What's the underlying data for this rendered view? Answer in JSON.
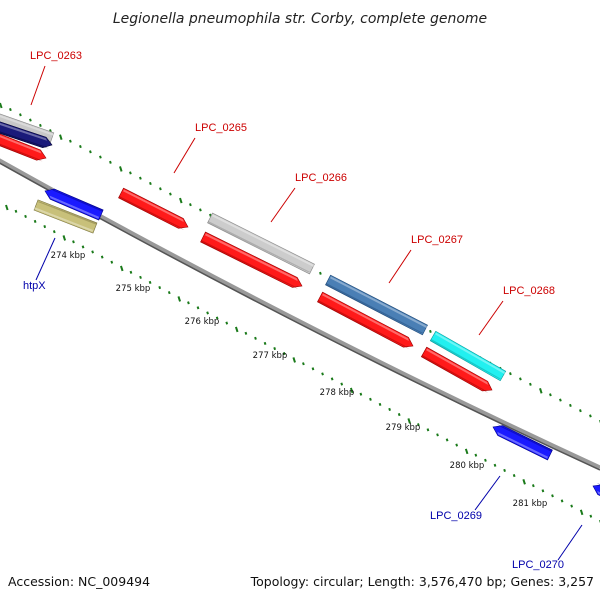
{
  "title": "Legionella pneumophila str. Corby, complete genome",
  "footer": {
    "accession": "Accession: NC_009494",
    "summary": "Topology: circular; Length: 3,576,470 bp; Genes: 3,257"
  },
  "colors": {
    "forward_label": "#cc0000",
    "reverse_label": "#0000aa",
    "backbone": "#888888",
    "tick": "#1a7a1a"
  },
  "scale": {
    "unit": "kbp",
    "ticks": [
      "274 kbp",
      "275 kbp",
      "276 kbp",
      "277 kbp",
      "278 kbp",
      "279 kbp",
      "280 kbp",
      "281 kbp"
    ]
  },
  "genes": [
    {
      "name": "LPC_0263",
      "strand": "forward"
    },
    {
      "name": "LPC_0265",
      "strand": "forward"
    },
    {
      "name": "LPC_0266",
      "strand": "forward"
    },
    {
      "name": "LPC_0267",
      "strand": "forward"
    },
    {
      "name": "LPC_0268",
      "strand": "forward"
    },
    {
      "name": "htpX",
      "strand": "reverse"
    },
    {
      "name": "LPC_0269",
      "strand": "reverse"
    },
    {
      "name": "LPC_0270",
      "strand": "reverse"
    }
  ]
}
